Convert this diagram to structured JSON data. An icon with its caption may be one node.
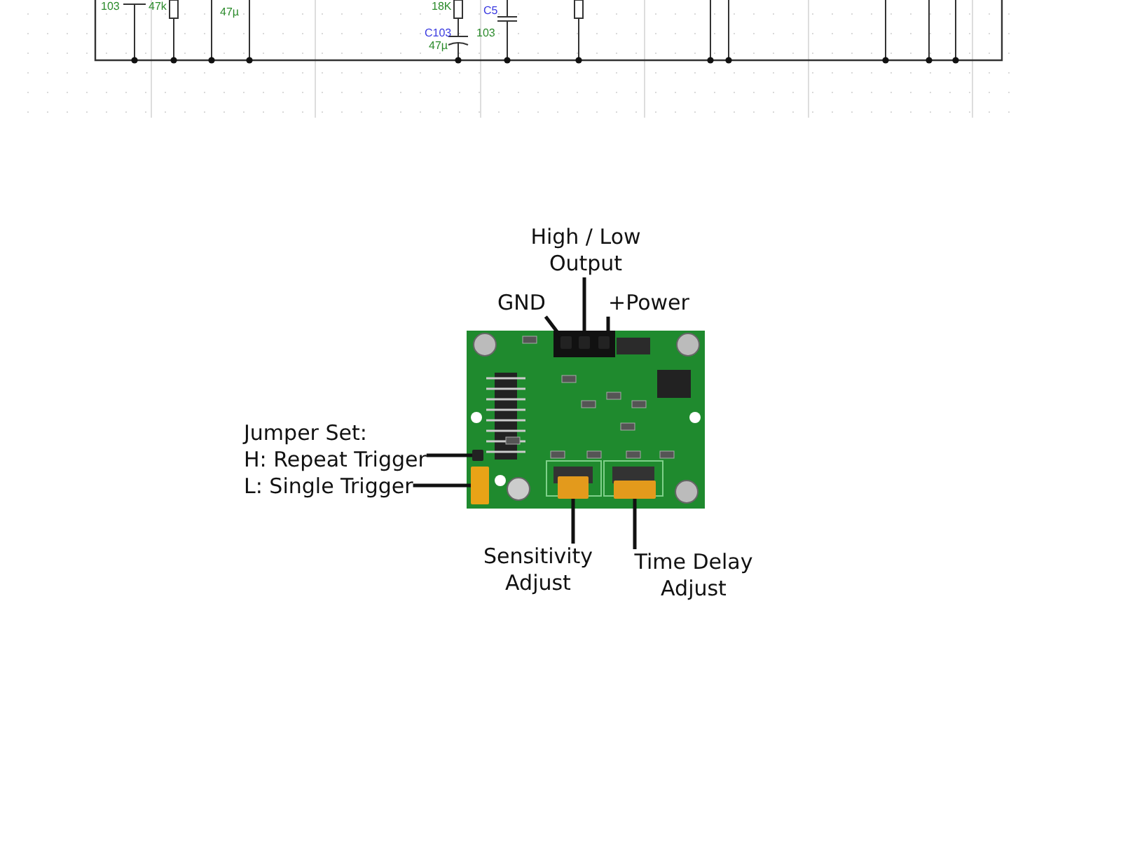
{
  "diagram": {
    "nodes": [
      {
        "text": [
          "High / Low Output"
        ]
      },
      {
        "text": [
          "GND"
        ]
      },
      {
        "text": [
          "+Power"
        ]
      },
      {
        "text": [
          "H: Repeat Trigger"
        ]
      },
      {
        "text": [
          "L: Single Trigger"
        ]
      },
      {
        "text": [
          "Sensitivity Adjust"
        ]
      },
      {
        "text": [
          "Time Delay Adjust"
        ]
      },
      {
        "text": [],
        "shape": "picture"
      },
      {
        "text": [],
        "shape": "box",
        "in": 7
      },
      {
        "text": [],
        "shape": "box",
        "in": 7
      },
      {
        "text": [],
        "shape": "box",
        "in": 7
      },
      {
        "text": [],
        "shape": "box",
        "in": 7
      },
      {
        "text": [],
        "shape": "box",
        "in": 7
      },
      {
        "text": [],
        "shape": "box",
        "in": 7
      },
      {
        "text": [],
        "shape": "box",
        "in": 7
      }
    ],
    "edges": [
      {
        "from": 0,
        "to": 9,
        "arrow": "none"
      },
      {
        "from": 1,
        "to": 8,
        "arrow": "none"
      },
      {
        "from": 2,
        "to": 10,
        "arrow": "none"
      },
      {
        "from": 3,
        "to": 11,
        "arrow": "none"
      },
      {
        "from": 4,
        "to": 12,
        "arrow": "none"
      },
      {
        "from": 5,
        "to": 13,
        "arrow": "none"
      },
      {
        "from": 6,
        "to": 14,
        "arrow": "none"
      }
    ],
    "labels": [
      "103",
      "47k",
      "47µ",
      "18K",
      "C5",
      "C103",
      "103",
      "47µ",
      "Jumper Set:"
    ]
  }
}
